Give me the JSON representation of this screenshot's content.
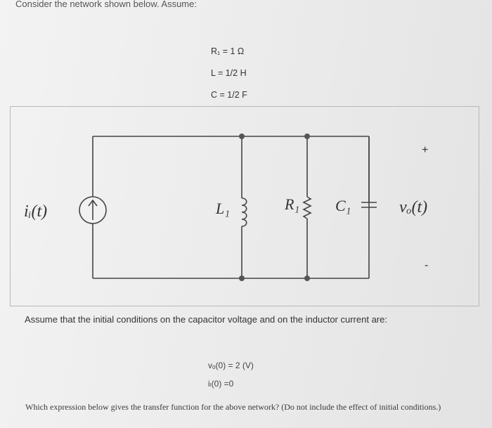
{
  "intro": "Consider the network shown below. Assume:",
  "given": {
    "r1": "R₁ = 1 Ω",
    "l": "L = 1/2 H",
    "c": "C = 1/2 F"
  },
  "circuit": {
    "source_label": "iᵢ(t)",
    "inductor_label": "L₁",
    "resistor_label": "R₁",
    "capacitor_label": "C₁",
    "output_label": "vₒ(t)",
    "plus_sign": "+",
    "minus_sign": "-"
  },
  "assume_text": "Assume that the initial conditions on the capacitor voltage and on the inductor current are:",
  "initial_conditions": {
    "vo": "vₒ(0) = 2 (V)",
    "il": "iₗ(0) =0"
  },
  "question": "Which expression below gives the transfer function for the above network? (Do not include the effect of initial conditions.)"
}
